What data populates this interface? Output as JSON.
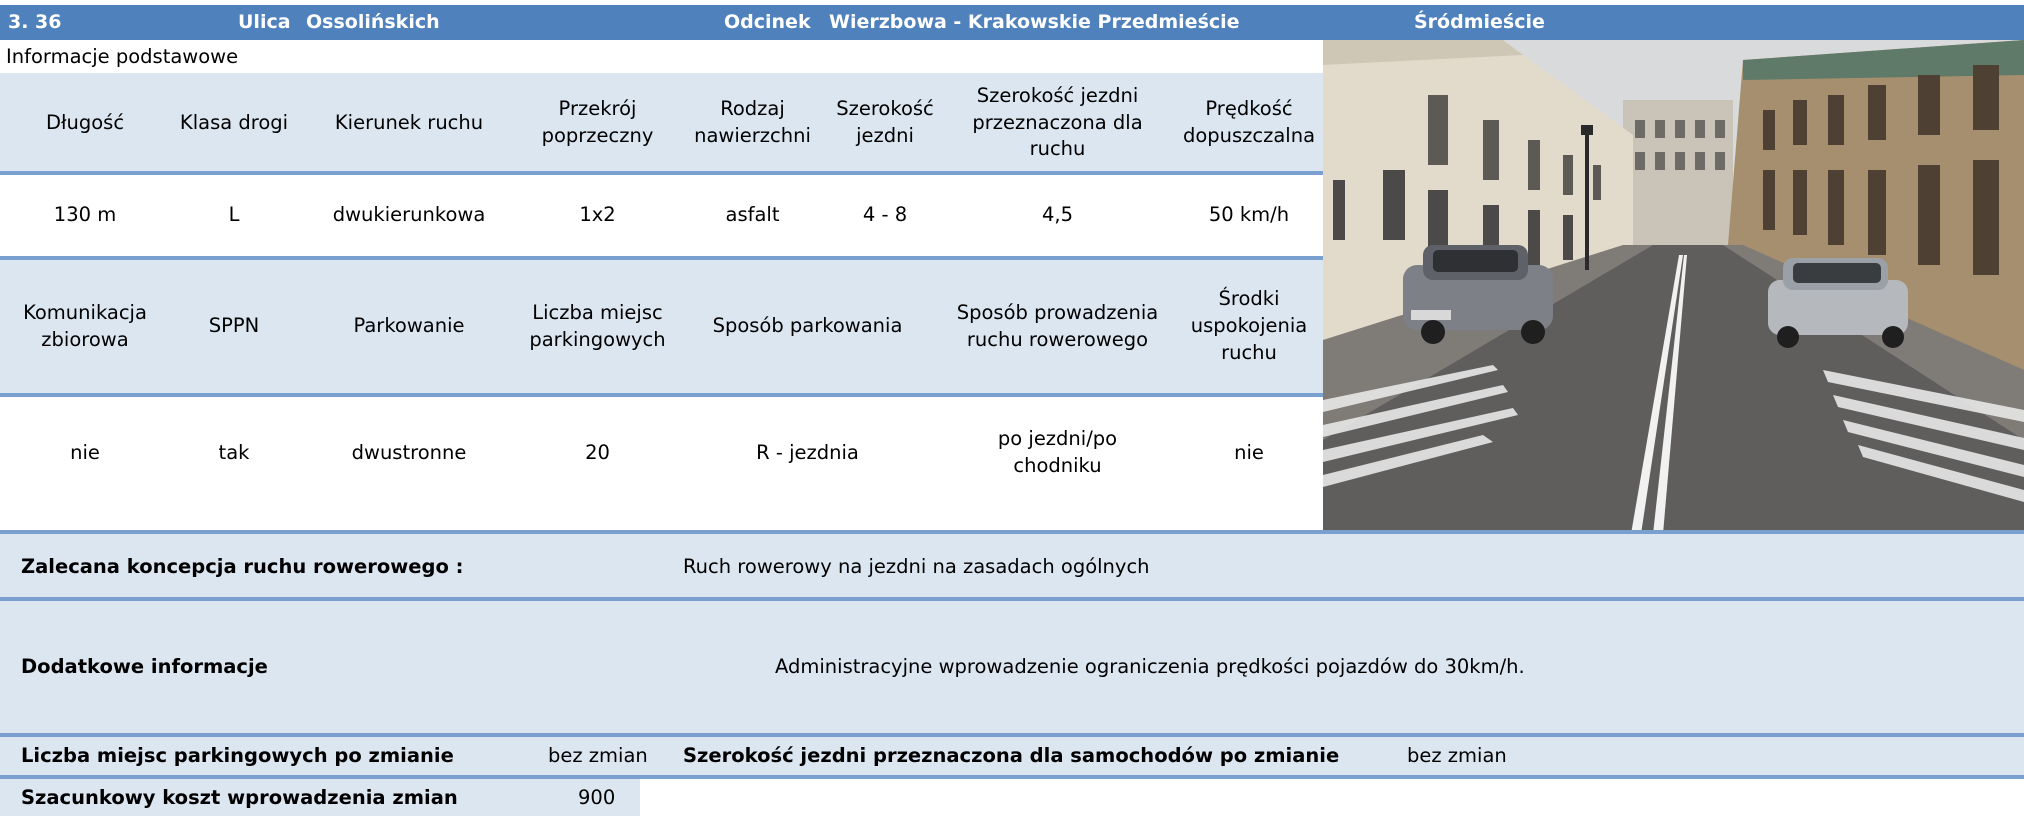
{
  "header": {
    "number": "3. 36",
    "street_label": "Ulica",
    "street_name": "Ossolińskich",
    "segment_label": "Odcinek",
    "segment_name": "Wierzbowa - Krakowskie Przedmieście",
    "district": "Śródmieście"
  },
  "section_title": "Informacje podstawowe",
  "table1": {
    "headers": [
      "Długość",
      "Klasa drogi",
      "Kierunek ruchu",
      "Przekrój poprzeczny",
      "Rodzaj nawierzchni",
      "Szerokość jezdni",
      "Szerokość jezdni przeznaczona dla ruchu",
      "Prędkość dopuszczalna"
    ],
    "values": [
      "130 m",
      "L",
      "dwukierunkowa",
      "1x2",
      "asfalt",
      "4 - 8",
      "4,5",
      "50 km/h"
    ]
  },
  "table2": {
    "headers": [
      "Komunikacja zbiorowa",
      "SPPN",
      "Parkowanie",
      "Liczba miejsc parkingowych",
      "Sposób parkowania",
      "Sposób prowadzenia ruchu rowerowego",
      "Środki uspokojenia ruchu"
    ],
    "values": [
      "nie",
      "tak",
      "dwustronne",
      "20",
      "R - jezdnia",
      "po jezdni/po chodniku",
      "nie"
    ]
  },
  "recommended": {
    "label": "Zalecana koncepcja ruchu rowerowego :",
    "value": "Ruch rowerowy na jezdni na zasadach ogólnych"
  },
  "additional": {
    "label": "Dodatkowe informacje",
    "value": "Administracyjne wprowadzenie ograniczenia prędkości pojazdów do 30km/h."
  },
  "after_change": {
    "parking_label": "Liczba miejsc parkingowych po zmianie",
    "parking_value": "bez zmian",
    "width_label": "Szerokość jezdni przeznaczona dla samochodów po zmianie",
    "width_value": "bez zmian"
  },
  "cost": {
    "label": "Szacunkowy koszt wprowadzenia zmian",
    "value": "900"
  },
  "colors": {
    "header_bg": "#4f81bd",
    "cell_bg": "#dce6f1",
    "divider": "#7aa0cf"
  }
}
